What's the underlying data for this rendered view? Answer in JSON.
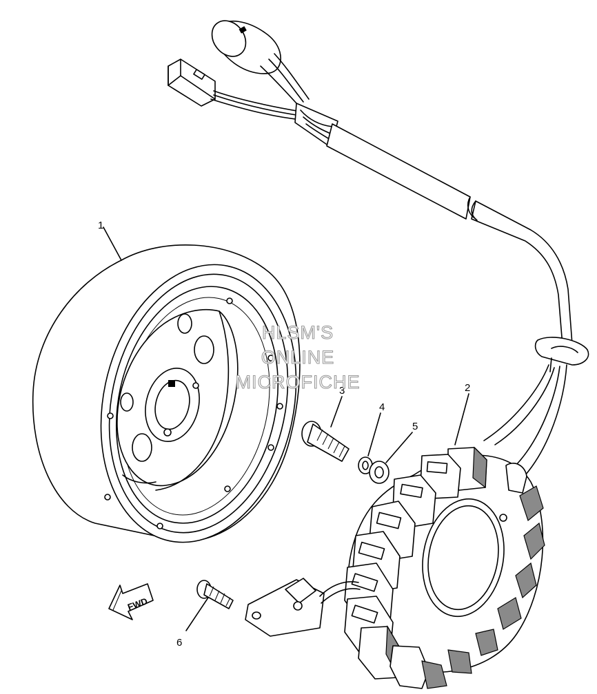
{
  "watermark": {
    "line1": "HLSM'S",
    "line2": "ONLINE",
    "line3": "MICROFICHE"
  },
  "direction_label": "FWD",
  "callouts": [
    {
      "number": "1",
      "part": "flywheel rotor"
    },
    {
      "number": "2",
      "part": "stator assembly"
    },
    {
      "number": "3",
      "part": "bolt"
    },
    {
      "number": "4",
      "part": "lock washer"
    },
    {
      "number": "5",
      "part": "plain washer"
    },
    {
      "number": "6",
      "part": "screw"
    }
  ]
}
